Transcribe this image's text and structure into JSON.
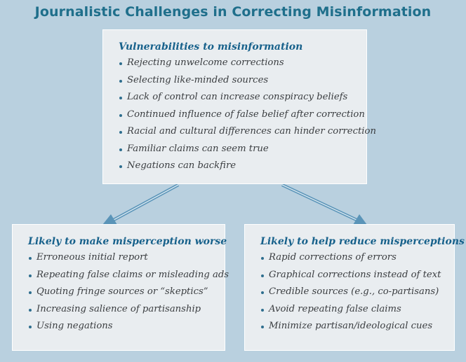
{
  "title": "Journalistic Challenges in Correcting Misinformation",
  "colors": {
    "background": "#b9d0df",
    "box": "#e9edf0",
    "title": "#1f6f8b",
    "heading": "#17618b",
    "arrow": "#5a94b8"
  },
  "vulnerabilities": {
    "heading": "Vulnerabilities to misinformation",
    "items": [
      "Rejecting unwelcome corrections",
      "Selecting like-minded sources",
      "Lack of control can increase conspiracy beliefs",
      "Continued influence of false belief after correction",
      "Racial and cultural differences can hinder correction",
      "Familiar claims can seem true",
      "Negations can backfire"
    ]
  },
  "worse": {
    "heading": "Likely to make misperception worse",
    "items": [
      "Erroneous initial report",
      "Repeating false claims or misleading ads",
      "Quoting fringe sources or “skeptics”",
      "Increasing salience of partisanship",
      "Using negations"
    ]
  },
  "reduce": {
    "heading": "Likely to help reduce misperceptions",
    "items": [
      "Rapid corrections of errors",
      "Graphical corrections instead of text",
      "Credible sources (e.g., co-partisans)",
      "Avoid repeating false claims",
      "Minimize partisan/ideological cues"
    ]
  }
}
